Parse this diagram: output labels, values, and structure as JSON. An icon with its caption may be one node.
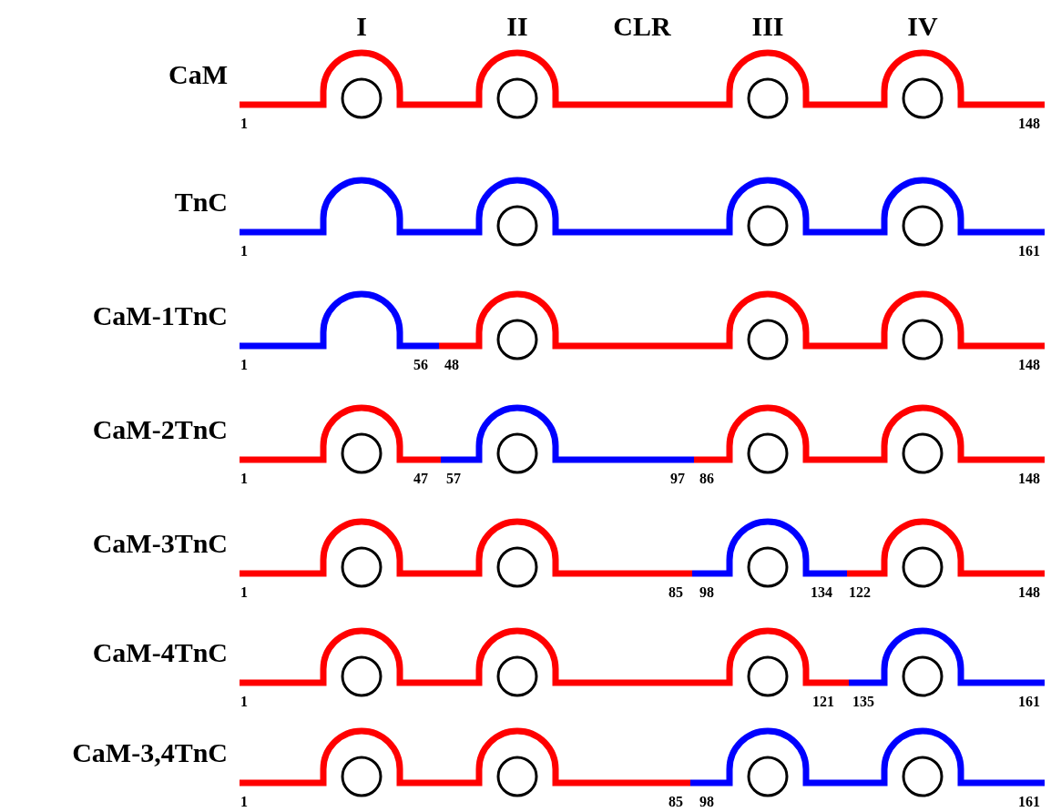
{
  "diagram": {
    "labels": [
      "I",
      "II",
      "CLR",
      "III",
      "IV",
      "CaM",
      "1",
      "148",
      "TnC",
      "1",
      "161",
      "CaM-1TnC",
      "1",
      "56",
      "48",
      "148",
      "CaM-2TnC",
      "1",
      "47",
      "57",
      "97",
      "86",
      "148",
      "CaM-3TnC",
      "1",
      "85",
      "98",
      "134",
      "122",
      "148",
      "CaM-4TnC",
      "1",
      "121",
      "135",
      "161",
      "CaM-3,4TnC",
      "1",
      "85",
      "98",
      "161"
    ]
  }
}
